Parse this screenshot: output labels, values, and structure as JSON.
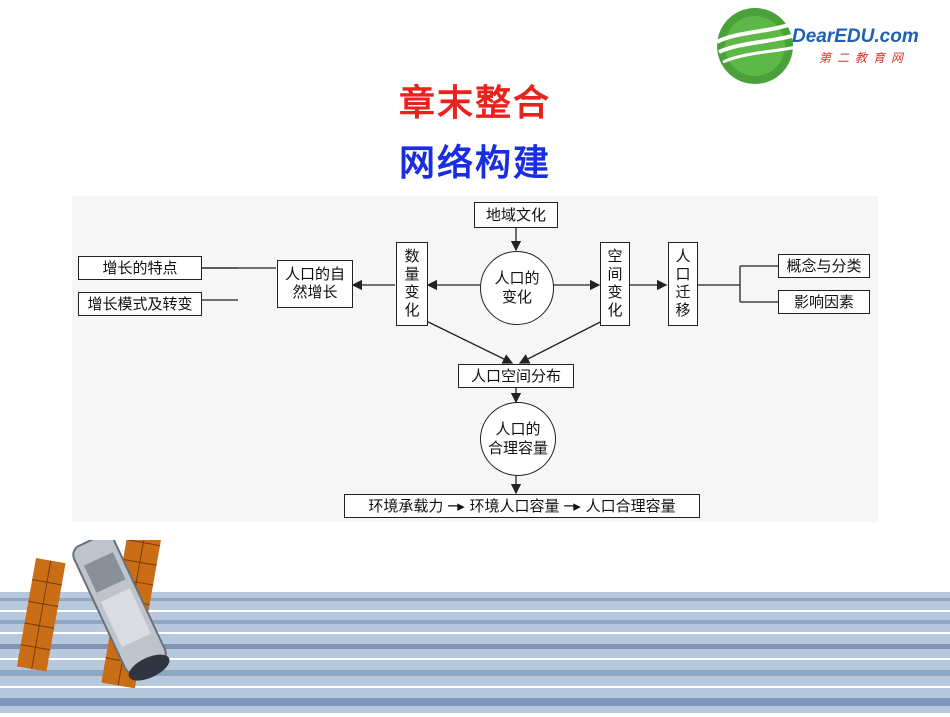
{
  "logo": {
    "brand": "DearEDU.com",
    "sub": "第二教育网"
  },
  "titles": {
    "main": "章末整合",
    "sub": "网络构建"
  },
  "diagram": {
    "top_box": "地域文化",
    "center_circle": {
      "line1": "人口的",
      "line2": "变化"
    },
    "left_vertical": [
      "数",
      "量",
      "变",
      "化"
    ],
    "right_vertical": [
      "空",
      "间",
      "变",
      "化"
    ],
    "migration": [
      "人",
      "口",
      "迁",
      "移"
    ],
    "natural_growth": {
      "line1": "人口的自",
      "line2": "然增长"
    },
    "growth_items": [
      "增长的特点",
      "增长模式及转变"
    ],
    "migration_items": [
      "概念与分类",
      "影响因素"
    ],
    "distribution": "人口空间分布",
    "capacity_circle": {
      "line1": "人口的",
      "line2": "合理容量"
    },
    "chain": "环境承载力 ─▸ 环境人口容量 ─▸ 人口合理容量"
  }
}
